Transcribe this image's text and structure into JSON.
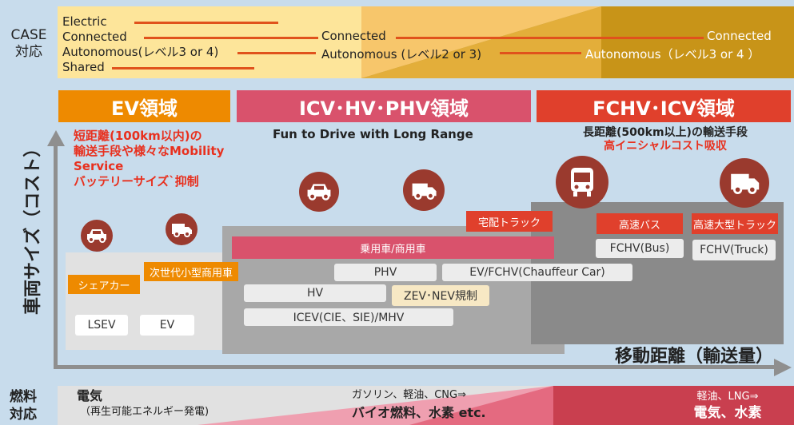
{
  "case": {
    "label_line1": "CASE",
    "label_line2": "対応",
    "left_items": [
      "Electric",
      "Connected",
      "Autonomous(レベル3 or 4)",
      "Shared"
    ],
    "mid_connected": "Connected",
    "mid_autonomous": "Autonomous (レベル2 or 3)",
    "right_connected": "Connected",
    "right_autonomous": "Autonomous（レベル3 or 4 ）"
  },
  "domains": {
    "ev": "EV領域",
    "icv": "ICV･HV･PHV領域",
    "fchv": "FCHV･ICV領域"
  },
  "ev_desc": {
    "line1": "短距離(100km以内)の",
    "line2": "輸送手段や様々なMobility",
    "line3": "Service",
    "line4": "バッテリーサイズ`抑制"
  },
  "icv_desc": "Fun to Drive with Long Range",
  "fchv_desc": {
    "line1": "長距離(500km以上)の輸送手段",
    "line2": "高イニシャルコスト吸収"
  },
  "y_axis_label": "車両サイズ（コスト）",
  "x_axis_label": "移動距離（輸送量）",
  "tags": {
    "share_car": "シェアカー",
    "next_commercial": "次世代小型商用車",
    "passenger_commercial": "乗用車/商用車",
    "delivery_truck": "宅配トラック",
    "express_bus": "高速バス",
    "express_truck": "高速大型トラック"
  },
  "chips": {
    "lsev": "LSEV",
    "ev": "EV",
    "phv": "PHV",
    "ev_fchv": "EV/FCHV(Chauffeur Car)",
    "hv": "HV",
    "zev": "ZEV･NEV規制",
    "icev": "ICEV(CIE、SIE)/MHV",
    "fchv_bus": "FCHV(Bus)",
    "fchv_truck": "FCHV(Truck)"
  },
  "fuel": {
    "label_line1": "燃料",
    "label_line2": "対応",
    "left_title": "電気",
    "left_sub": "（再生可能エネルギー発電)",
    "mid_line1": "ガソリン、軽油、CNG⇒",
    "mid_line2": "バイオ燃料、水素 etc.",
    "right_line1": "軽油、LNG⇒",
    "right_line2": "電気、水素"
  },
  "icons": [
    "car-icon",
    "van-icon",
    "car-icon",
    "van-icon",
    "bus-icon",
    "truck-icon"
  ],
  "colors": {
    "ev_orange": "#ee8a00",
    "icv_pink": "#d9526c",
    "fchv_red": "#e0402c",
    "icon_brown": "#9a3a2e",
    "highlight_red": "#e8301e",
    "zev_cream": "#f7e8c4"
  }
}
